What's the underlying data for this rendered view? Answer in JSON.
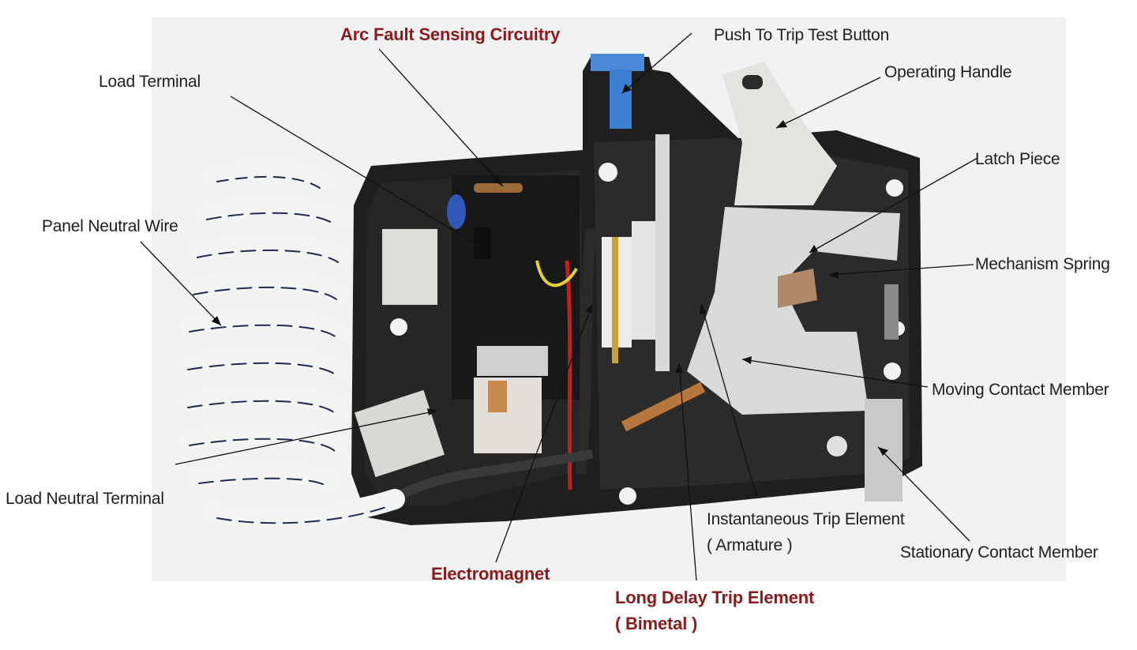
{
  "labels": {
    "arc_fault": "Arc Fault Sensing Circuitry",
    "push_to_trip": "Push To Trip Test Button",
    "load_terminal": "Load Terminal",
    "operating_handle": "Operating Handle",
    "latch_piece": "Latch  Piece",
    "panel_neutral": "Panel Neutral Wire",
    "mechanism_spring": "Mechanism Spring",
    "moving_contact": "Moving Contact Member",
    "load_neutral": "Load Neutral Terminal",
    "instantaneous_line1": "Instantaneous Trip Element",
    "instantaneous_line2": "( Armature )",
    "stationary_contact": "Stationary Contact Member",
    "electromagnet": "Electromagnet",
    "long_delay_line1": "Long Delay Trip Element",
    "long_delay_line2": "( Bimetal )"
  },
  "colors": {
    "label_text": "#1e1e1e",
    "highlight_label": "#8b1a1a",
    "housing": "#1f1f1f",
    "pcb": "#1a1a1a",
    "test_button": "#3a7fd0",
    "mechanism": "#dcdcdc",
    "wire_white": "#f4f4f2",
    "wire_stripe": "#1c2a55"
  }
}
